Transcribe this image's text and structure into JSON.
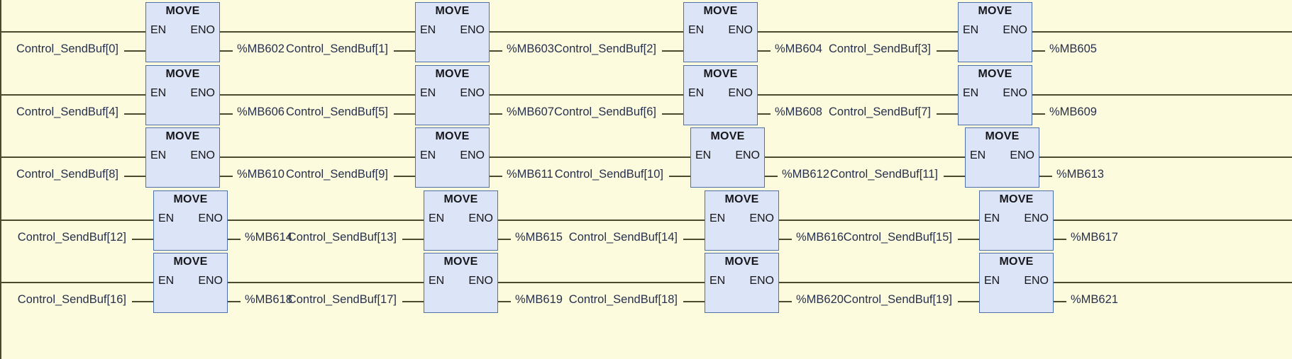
{
  "diagram": {
    "type": "plc-function-block-network",
    "block_label": "MOVE",
    "pin_enable": "EN",
    "pin_enable_out": "ENO",
    "colors": {
      "background": "#fdfbdd",
      "block_fill": "#dce4f7",
      "block_border": "#4f6fa8",
      "wire": "#4a4a2e",
      "label_text": "#26304d",
      "block_text": "#17171b"
    },
    "rows": [
      {
        "index": 0,
        "blocks": [
          {
            "name": "MOVE",
            "en": "EN",
            "eno": "ENO",
            "input": "Control_SendBuf[0]",
            "output": "%MB602"
          },
          {
            "name": "MOVE",
            "en": "EN",
            "eno": "ENO",
            "input": "Control_SendBuf[1]",
            "output": "%MB603"
          },
          {
            "name": "MOVE",
            "en": "EN",
            "eno": "ENO",
            "input": "Control_SendBuf[2]",
            "output": "%MB604"
          },
          {
            "name": "MOVE",
            "en": "EN",
            "eno": "ENO",
            "input": "Control_SendBuf[3]",
            "output": "%MB605"
          }
        ]
      },
      {
        "index": 1,
        "blocks": [
          {
            "name": "MOVE",
            "en": "EN",
            "eno": "ENO",
            "input": "Control_SendBuf[4]",
            "output": "%MB606"
          },
          {
            "name": "MOVE",
            "en": "EN",
            "eno": "ENO",
            "input": "Control_SendBuf[5]",
            "output": "%MB607"
          },
          {
            "name": "MOVE",
            "en": "EN",
            "eno": "ENO",
            "input": "Control_SendBuf[6]",
            "output": "%MB608"
          },
          {
            "name": "MOVE",
            "en": "EN",
            "eno": "ENO",
            "input": "Control_SendBuf[7]",
            "output": "%MB609"
          }
        ]
      },
      {
        "index": 2,
        "blocks": [
          {
            "name": "MOVE",
            "en": "EN",
            "eno": "ENO",
            "input": "Control_SendBuf[8]",
            "output": "%MB610"
          },
          {
            "name": "MOVE",
            "en": "EN",
            "eno": "ENO",
            "input": "Control_SendBuf[9]",
            "output": "%MB611"
          },
          {
            "name": "MOVE",
            "en": "EN",
            "eno": "ENO",
            "input": "Control_SendBuf[10]",
            "output": "%MB612"
          },
          {
            "name": "MOVE",
            "en": "EN",
            "eno": "ENO",
            "input": "Control_SendBuf[11]",
            "output": "%MB613"
          }
        ]
      },
      {
        "index": 3,
        "blocks": [
          {
            "name": "MOVE",
            "en": "EN",
            "eno": "ENO",
            "input": "Control_SendBuf[12]",
            "output": "%MB614"
          },
          {
            "name": "MOVE",
            "en": "EN",
            "eno": "ENO",
            "input": "Control_SendBuf[13]",
            "output": "%MB615"
          },
          {
            "name": "MOVE",
            "en": "EN",
            "eno": "ENO",
            "input": "Control_SendBuf[14]",
            "output": "%MB616"
          },
          {
            "name": "MOVE",
            "en": "EN",
            "eno": "ENO",
            "input": "Control_SendBuf[15]",
            "output": "%MB617"
          }
        ]
      },
      {
        "index": 4,
        "blocks": [
          {
            "name": "MOVE",
            "en": "EN",
            "eno": "ENO",
            "input": "Control_SendBuf[16]",
            "output": "%MB618"
          },
          {
            "name": "MOVE",
            "en": "EN",
            "eno": "ENO",
            "input": "Control_SendBuf[17]",
            "output": "%MB619"
          },
          {
            "name": "MOVE",
            "en": "EN",
            "eno": "ENO",
            "input": "Control_SendBuf[18]",
            "output": "%MB620"
          },
          {
            "name": "MOVE",
            "en": "EN",
            "eno": "ENO",
            "input": "Control_SendBuf[19]",
            "output": "%MB621"
          }
        ]
      }
    ]
  }
}
